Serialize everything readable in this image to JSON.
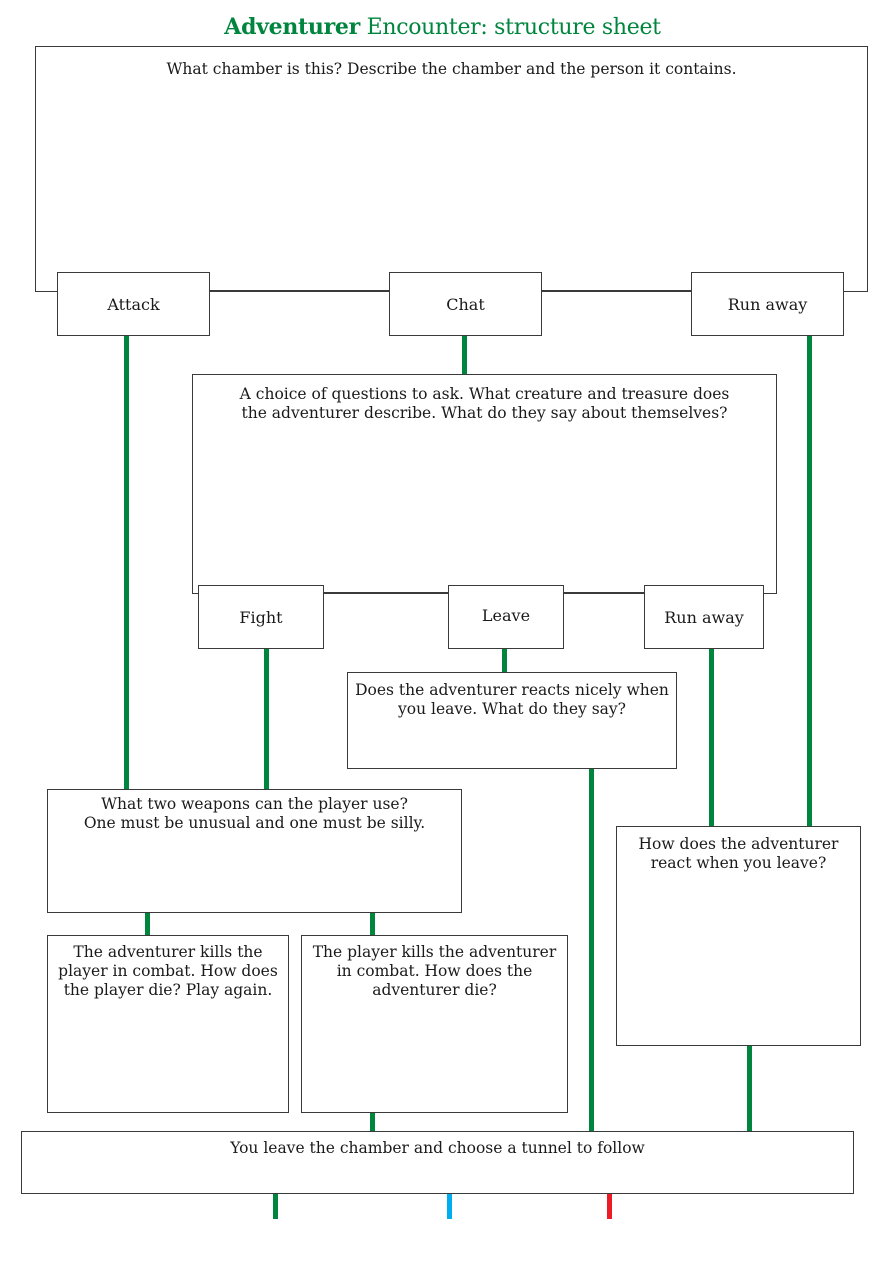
{
  "title": {
    "bold": "Adventurer",
    "rest": " Encounter: structure sheet"
  },
  "colors": {
    "accent": "#00853f",
    "path_green": "#00853f",
    "path_blue": "#00aeef",
    "path_red": "#ed1c24",
    "border": "#3a3a3a"
  },
  "chamber_box": {
    "text": "What chamber is this? Describe the chamber and the person it contains."
  },
  "first_choices": {
    "attack": "Attack",
    "chat": "Chat",
    "run_away": "Run away"
  },
  "chat_box": {
    "line1": "A choice of questions to ask. What creature and treasure does",
    "line2": "the adventurer describe. What do they say about themselves?"
  },
  "chat_choices": {
    "fight": "Fight",
    "leave": "Leave",
    "run_away": "Run away"
  },
  "leave_box": {
    "line1": "Does the adventurer reacts nicely when",
    "line2": "you leave. What do they say?"
  },
  "weapons_box": {
    "line1": "What two weapons can the player use?",
    "line2": "One must be unusual and one must be silly."
  },
  "adventurer_wins_box": {
    "line1": "The adventurer kills the",
    "line2": "player in combat. How does",
    "line3": "the player die? Play again."
  },
  "player_wins_box": {
    "line1": "The player kills the adventurer",
    "line2": "in combat. How does the",
    "line3": "adventurer die?"
  },
  "react_box": {
    "line1": "How does the adventurer",
    "line2": "react when you leave?"
  },
  "exit_box": {
    "text": "You leave the chamber and choose a tunnel to follow"
  },
  "exit_tunnels": [
    {
      "color": "green"
    },
    {
      "color": "blue"
    },
    {
      "color": "red"
    }
  ]
}
